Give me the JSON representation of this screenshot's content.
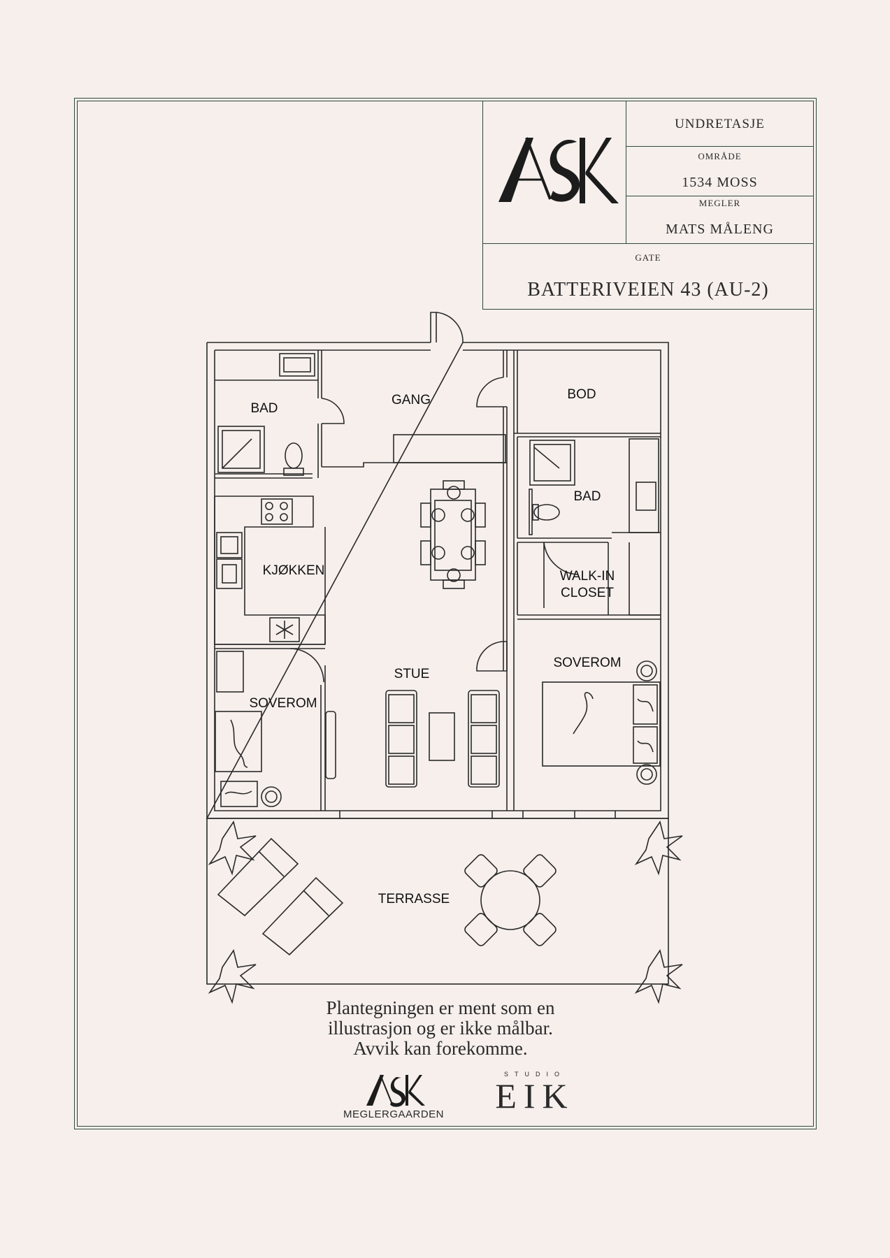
{
  "title_block": {
    "logo_text": "ASK",
    "floor": "UNDRETASJE",
    "area_label": "OMRÅDE",
    "area_value": "1534 MOSS",
    "broker_label": "MEGLER",
    "broker_value": "MATS MÅLENG",
    "street_label": "GATE",
    "street_value": "BATTERIVEIEN 43 (AU-2)"
  },
  "rooms": {
    "bad_1": "BAD",
    "gang": "GANG",
    "bod": "BOD",
    "bad_2": "BAD",
    "kjokken": "KJØKKEN",
    "walkin_line1": "WALK-IN",
    "walkin_line2": "CLOSET",
    "soverom_1": "SOVEROM",
    "stue": "STUE",
    "soverom_2": "SOVEROM",
    "terrasse": "TERRASSE"
  },
  "disclaimer": {
    "line1": "Plantegningen er ment som en",
    "line2": "illustrasjon og er ikke målbar.",
    "line3": "Avvik kan forekomme."
  },
  "footer": {
    "ask_logo_text": "ASK",
    "ask_sub": "MEGLERGAARDEN",
    "eik_top": "STUDIO",
    "eik_main": "EIK"
  },
  "colors": {
    "frame": "#2f4a38",
    "background": "#f6efec",
    "line": "#2a2a2a"
  }
}
